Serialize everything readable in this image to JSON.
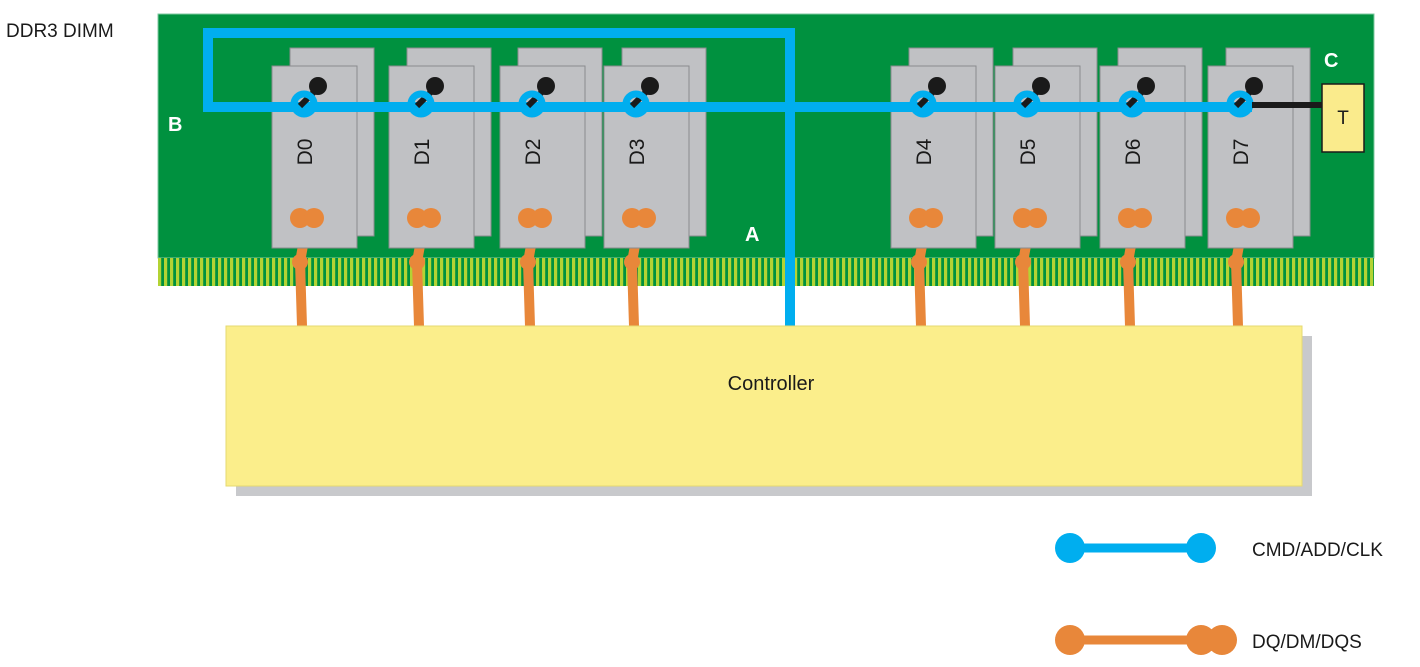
{
  "title": "DDR3 DIMM",
  "chips": [
    "D0",
    "D1",
    "D2",
    "D3",
    "D4",
    "D5",
    "D6",
    "D7"
  ],
  "points": {
    "a": "A",
    "b": "B",
    "c": "C"
  },
  "terminator": "T",
  "controller": "Controller",
  "legend": {
    "cmd": "CMD/ADD/CLK",
    "dq": "DQ/DM/DQS"
  },
  "colors": {
    "pcb": "#00913f",
    "pins": "#b3d334",
    "chip": "#c0c1c4",
    "cmd": "#00aeef",
    "dq": "#e8873a",
    "stub": "#1a1a1a",
    "controller": "#fbee8b",
    "terminator": "#faeb8c"
  }
}
